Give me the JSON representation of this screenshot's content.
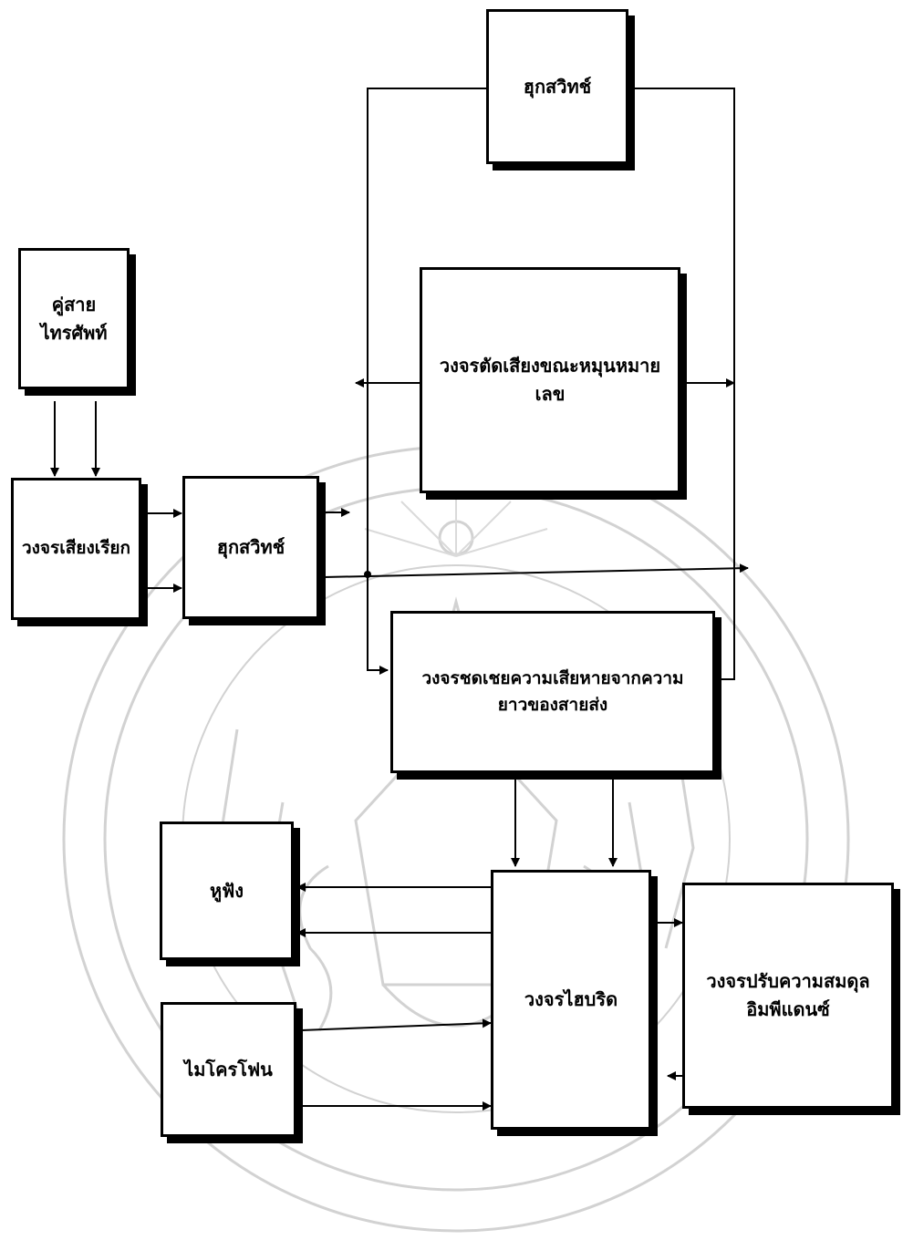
{
  "blocks": {
    "hook_switch_top": "ฮุกสวิทช์",
    "telephone_line": {
      "line1": "คู่สาย",
      "line2": "ไทรศัพท์"
    },
    "ringer": "วงจรเสียงเรียก",
    "hook_switch_mid": "ฮุกสวิทช์",
    "dial_mute": {
      "line1": "วงจรตัดเสียงขณะหมุนหมาย",
      "line2": "เลข"
    },
    "line_compensation": {
      "line1": "วงจรชดเชยความเสียหายจากความ",
      "line2": "ยาวของสายส่ง"
    },
    "earpiece": "หูฟัง",
    "microphone": "ไมโครโฟน",
    "hybrid": "วงจรไฮบริด",
    "impedance_balance": {
      "line1": "วงจรปรับความสมดุล",
      "line2": "อิมพีแดนซ์"
    }
  },
  "colors": {
    "line": "#000000",
    "background": "#ffffff",
    "watermark": "#cfcfcf"
  }
}
